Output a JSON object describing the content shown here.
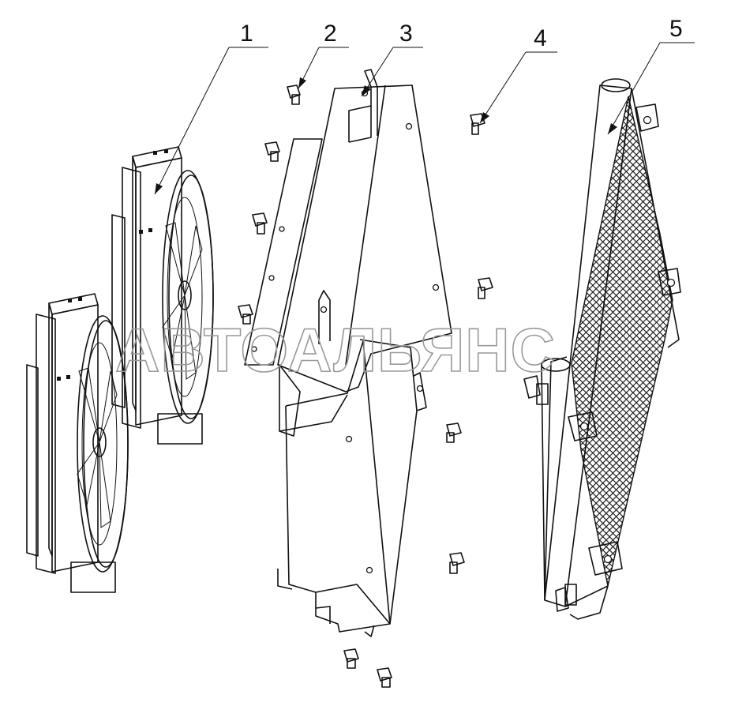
{
  "watermark": "АВТОАЛЬЯНС",
  "callouts": [
    {
      "id": "1",
      "label": "1",
      "part": "fan-assembly"
    },
    {
      "id": "2",
      "label": "2",
      "part": "bolt"
    },
    {
      "id": "3",
      "label": "3",
      "part": "fan-shroud-bracket"
    },
    {
      "id": "4",
      "label": "4",
      "part": "bolt"
    },
    {
      "id": "5",
      "label": "5",
      "part": "radiator-core"
    }
  ],
  "colors": {
    "line": "#111111",
    "watermark": "#9a9a9a",
    "background": "#ffffff"
  }
}
